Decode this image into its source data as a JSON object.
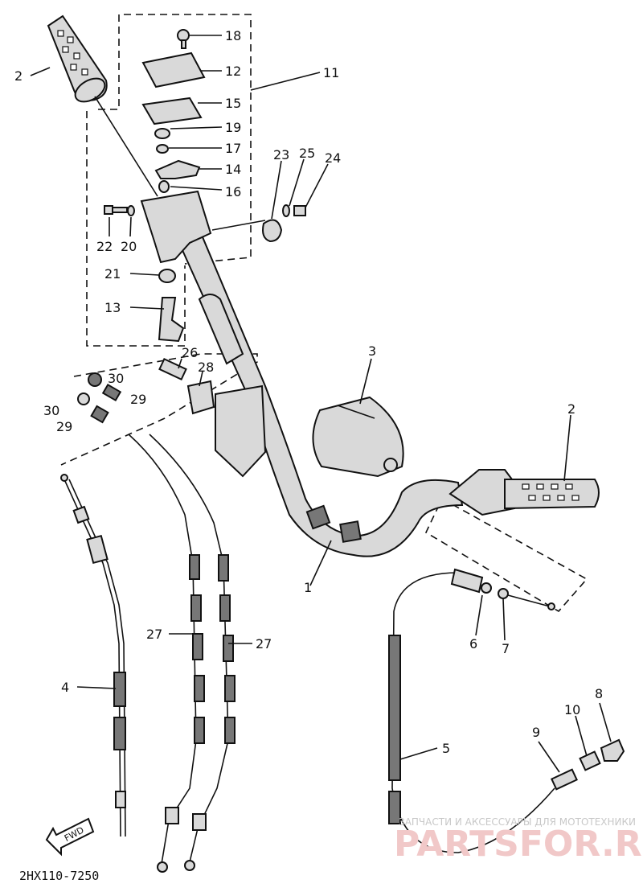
{
  "diagram": {
    "labels": [
      {
        "id": "2a",
        "text": "2"
      },
      {
        "id": "18",
        "text": "18"
      },
      {
        "id": "12",
        "text": "12"
      },
      {
        "id": "11",
        "text": "11"
      },
      {
        "id": "15",
        "text": "15"
      },
      {
        "id": "19",
        "text": "19"
      },
      {
        "id": "17",
        "text": "17"
      },
      {
        "id": "23",
        "text": "23"
      },
      {
        "id": "25",
        "text": "25"
      },
      {
        "id": "24",
        "text": "24"
      },
      {
        "id": "14",
        "text": "14"
      },
      {
        "id": "16",
        "text": "16"
      },
      {
        "id": "22",
        "text": "22"
      },
      {
        "id": "20",
        "text": "20"
      },
      {
        "id": "21",
        "text": "21"
      },
      {
        "id": "13",
        "text": "13"
      },
      {
        "id": "3",
        "text": "3"
      },
      {
        "id": "26",
        "text": "26"
      },
      {
        "id": "28",
        "text": "28"
      },
      {
        "id": "30a",
        "text": "30"
      },
      {
        "id": "30b",
        "text": "30"
      },
      {
        "id": "29a",
        "text": "29"
      },
      {
        "id": "29b",
        "text": "29"
      },
      {
        "id": "2b",
        "text": "2"
      },
      {
        "id": "1",
        "text": "1"
      },
      {
        "id": "6",
        "text": "6"
      },
      {
        "id": "7",
        "text": "7"
      },
      {
        "id": "27a",
        "text": "27"
      },
      {
        "id": "27b",
        "text": "27"
      },
      {
        "id": "4",
        "text": "4"
      },
      {
        "id": "8",
        "text": "8"
      },
      {
        "id": "10",
        "text": "10"
      },
      {
        "id": "9",
        "text": "9"
      },
      {
        "id": "5",
        "text": "5"
      }
    ],
    "fwd_label": "FWD",
    "diagram_code": "2HX110-7250",
    "watermark": {
      "line1": "ЗАПЧАСТИ И АКСЕССУАРЫ ДЛЯ МОТОТЕХНИКИ",
      "line2": "PARTSFOR.RU"
    }
  }
}
